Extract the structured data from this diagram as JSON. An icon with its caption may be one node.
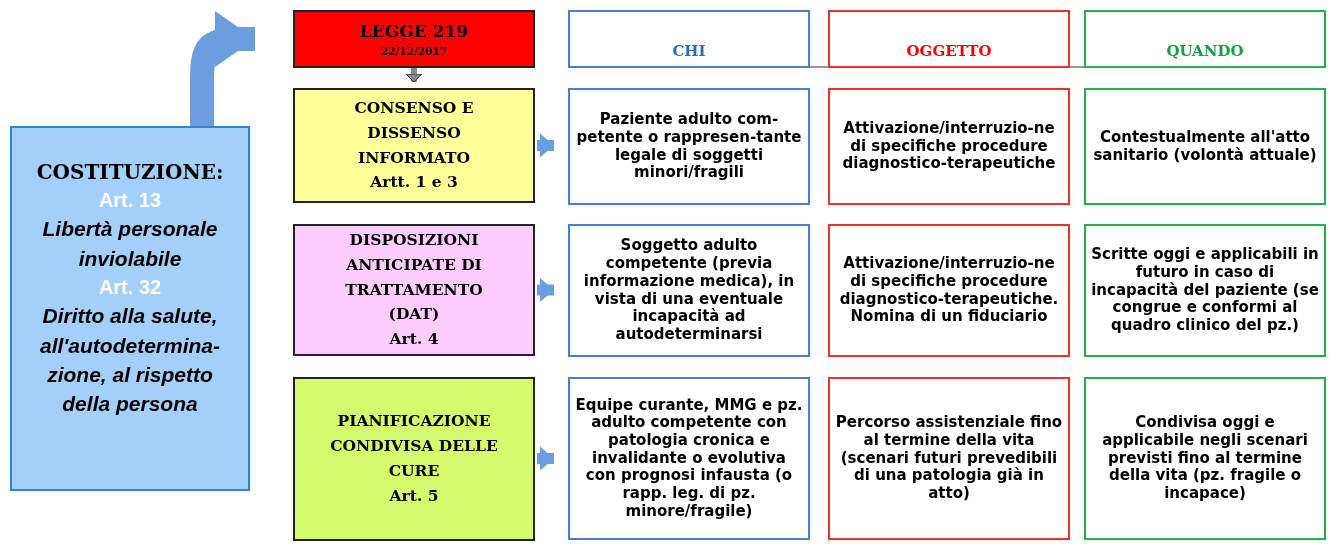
{
  "diagram": {
    "nodes": [
      {
        "text": [
          "COSTITUZIONE:",
          "Art. 13",
          "Libertà personale inviolabile",
          "Art. 32",
          "Diritto alla salute, all'autodetermina-zione, al rispetto della persona"
        ]
      },
      {
        "text": [
          "LEGGE 219",
          "22/12/2017"
        ]
      },
      {
        "text": [
          "CONSENSO E DISSENSO INFORMATO",
          "Artt. 1 e 3"
        ]
      },
      {
        "text": [
          "DISPOSIZIONI ANTICIPATE DI TRATTAMENTO (DAT)",
          "Art. 4"
        ]
      },
      {
        "text": [
          "PIANIFICAZIONE CONDIVISA DELLE CURE",
          "Art. 5"
        ]
      },
      {
        "text": [
          "CHI"
        ]
      },
      {
        "text": [
          "OGGETTO"
        ]
      },
      {
        "text": [
          "QUANDO"
        ]
      },
      {
        "text": [
          "Paziente adulto com-petente o rappresen-tante legale di soggetti minori/fragili"
        ]
      },
      {
        "text": [
          "Attivazione/interruzio-ne di specifiche procedure diagnostico-terapeutiche"
        ]
      },
      {
        "text": [
          "Contestualmente all'atto sanitario (volontà attuale)"
        ]
      },
      {
        "text": [
          "Soggetto adulto competente (previa informazione medica), in vista di una eventuale incapacità ad autodeterminarsi"
        ]
      },
      {
        "text": [
          "Attivazione/interruzio-ne di specifiche procedure diagnostico-terapeutiche. Nomina di un fiduciario"
        ]
      },
      {
        "text": [
          "Scritte oggi e applicabili in futuro in caso di incapacità del paziente (se congrue e conformi al quadro clinico del pz.)"
        ]
      },
      {
        "text": [
          "Equipe curante, MMG e pz. adulto competente con patologia cronica e invalidante o evolutiva con prognosi infausta (o rapp. leg. di pz. minore/fragile)"
        ]
      },
      {
        "text": [
          "Percorso assistenziale fino al termine della vita (scenari futuri prevedibili di una patologia già in atto)"
        ]
      },
      {
        "text": [
          "Condivisa oggi e applicabile negli scenari previsti fino al termine della vita (pz. fragile o incapace)"
        ]
      }
    ],
    "edges": [
      {
        "from": 5,
        "to": 6,
        "arrow": "none",
        "color": "#555555"
      },
      {
        "from": 6,
        "to": 7,
        "arrow": "none",
        "color": "#555555"
      },
      {
        "from": 0,
        "to": 1,
        "arrow": "to",
        "style": "thick"
      },
      {
        "from": 1,
        "to": 2,
        "arrow": "to",
        "color": "#8a8a8a"
      },
      {
        "from": 2,
        "to": 8,
        "arrow": "to"
      },
      {
        "from": 3,
        "to": 11,
        "arrow": "to"
      },
      {
        "from": 4,
        "to": 14,
        "arrow": "to"
      }
    ]
  }
}
